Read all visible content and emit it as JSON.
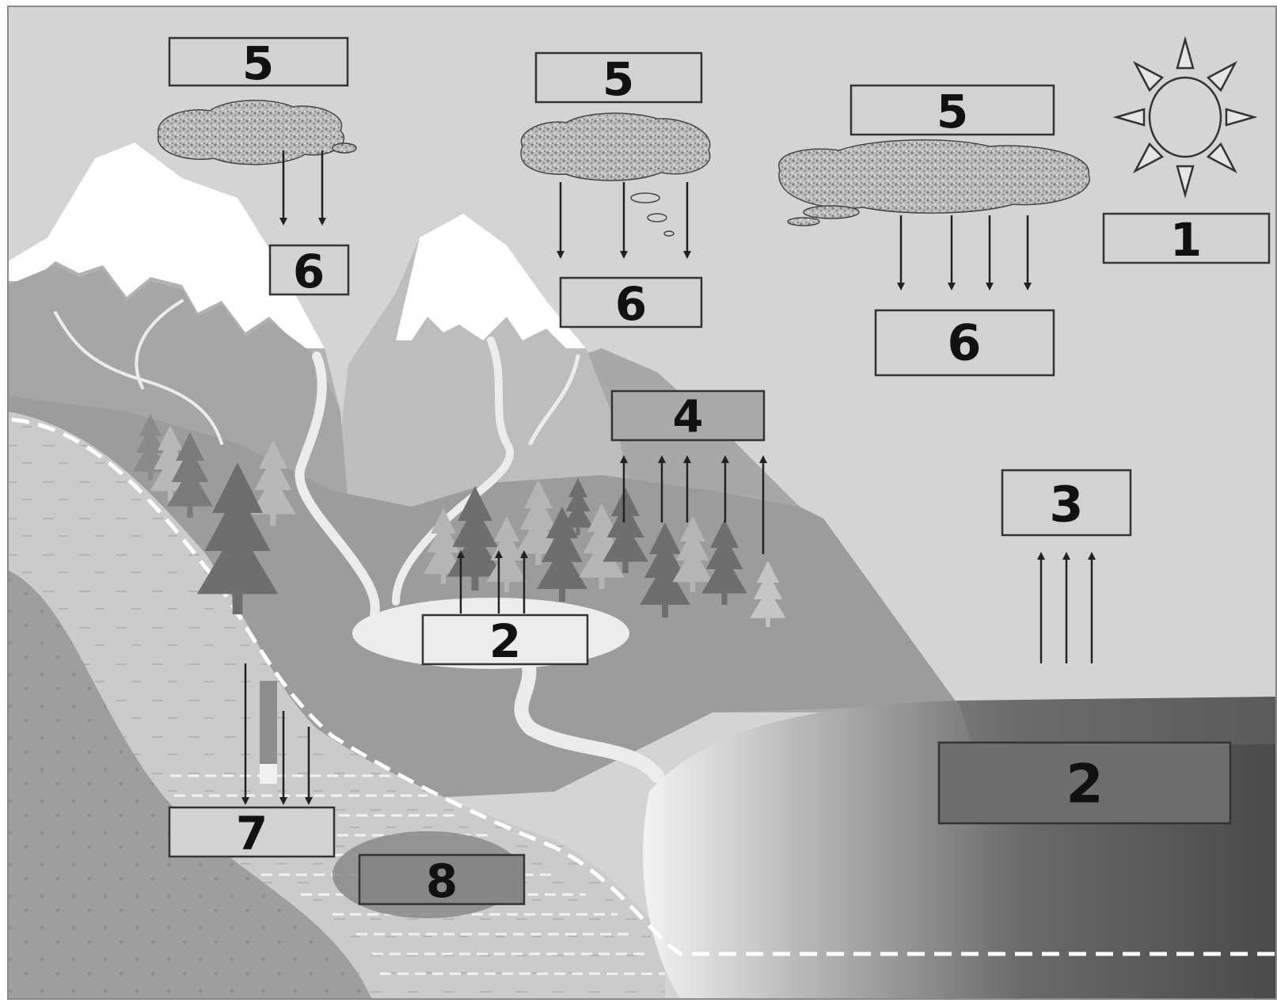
{
  "diagram": {
    "labels": {
      "sun": "1",
      "lake": "2",
      "sea": "2",
      "sea_evaporation": "3",
      "transpiration": "4",
      "cloud_left": "5",
      "cloud_middle": "5",
      "cloud_right": "5",
      "precip_left": "6",
      "precip_middle": "6",
      "precip_right": "6",
      "infiltration": "7",
      "groundwater": "8"
    },
    "colors": {
      "sky": "#d4d4d4",
      "snow": "#ffffff",
      "far_mountain": "#a9a9a9",
      "near_mountain": "#bdbdbd",
      "valley": "#9a9a9a",
      "soil": "#cccccc",
      "bedrock": "#9d9d9d",
      "sea_dark": "#5a5a5a",
      "river": "#ececec",
      "tree_dark": "#6e6e6e",
      "tree_light": "#b5b5b5",
      "label_box": "#d2d2d2",
      "stroke": "#333333"
    }
  }
}
